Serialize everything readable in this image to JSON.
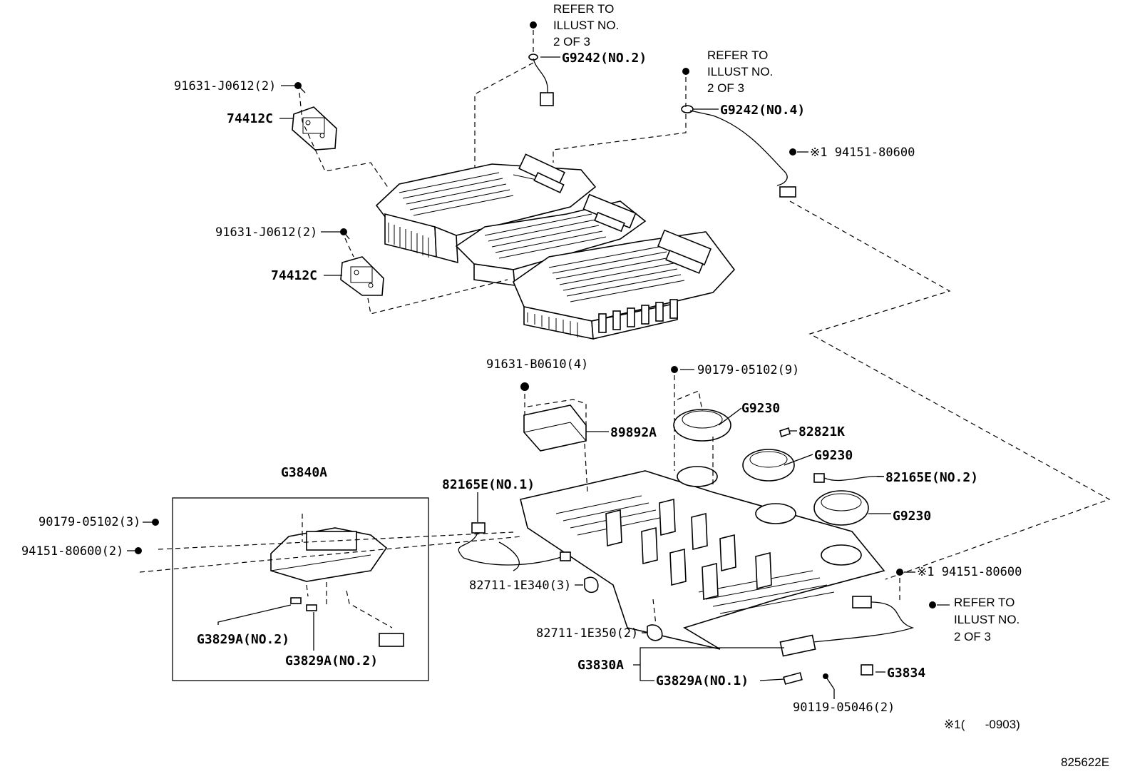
{
  "callouts": {
    "refer_top": [
      "REFER TO",
      "ILLUST NO.",
      "2 OF 3"
    ],
    "refer_right": [
      "REFER TO",
      "ILLUST NO.",
      "2 OF 3"
    ],
    "refer_bottom": [
      "REFER TO",
      "ILLUST NO.",
      "2 OF 3"
    ],
    "p_g9242_no2": "G9242(NO.2)",
    "p_g9242_no4": "G9242(NO.4)",
    "p_94151_80600_top": "※1 94151-80600",
    "p_91631_j0612_a": "91631-J0612(2)",
    "p_74412c_a": "74412C",
    "p_91631_j0612_b": "91631-J0612(2)",
    "p_74412c_b": "74412C",
    "p_91631_b0610": "91631-B0610(4)",
    "p_90179_05102_9": "90179-05102(9)",
    "p_89892a": "89892A",
    "p_g9230_a": "G9230",
    "p_82821k": "82821K",
    "p_g9230_b": "G9230",
    "p_82165e_no2": "82165E(NO.2)",
    "p_g9230_c": "G9230",
    "p_g3840a": "G3840A",
    "p_82165e_no1": "82165E(NO.1)",
    "p_90179_05102_3": "90179-05102(3)",
    "p_94151_80600_2": "94151-80600(2)",
    "p_82711_1e340": "82711-1E340(3)",
    "p_94151_80600_right": "※1 94151-80600",
    "p_g3829a_no2_a": "G3829A(NO.2)",
    "p_g3829a_no2_b": "G3829A(NO.2)",
    "p_82711_1e350": "82711-1E350(2)",
    "p_g3830a": "G3830A",
    "p_g3829a_no1": "G3829A(NO.1)",
    "p_g3834": "G3834",
    "p_90119_05046": "90119-05046(2)",
    "footnote": "※1(      -0903)",
    "illustration_id": "825622E"
  }
}
